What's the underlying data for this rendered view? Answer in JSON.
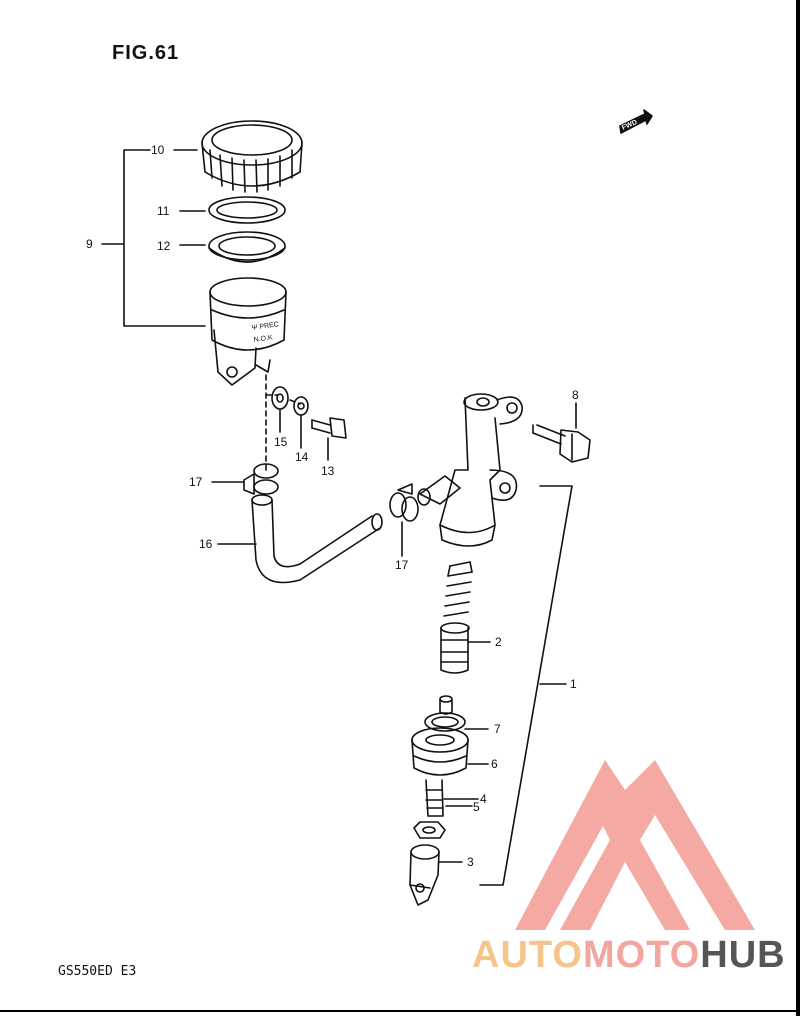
{
  "figure": {
    "title": "FIG.61",
    "model_code": "GS550ED  E3"
  },
  "direction_marker": {
    "label": "FWD"
  },
  "callouts": [
    {
      "id": "c10",
      "text": "10"
    },
    {
      "id": "c11",
      "text": "11"
    },
    {
      "id": "c9",
      "text": "9"
    },
    {
      "id": "c12",
      "text": "12"
    },
    {
      "id": "c15",
      "text": "15"
    },
    {
      "id": "c14",
      "text": "14"
    },
    {
      "id": "c13",
      "text": "13"
    },
    {
      "id": "c8",
      "text": "8"
    },
    {
      "id": "c17a",
      "text": "17"
    },
    {
      "id": "c16",
      "text": "16"
    },
    {
      "id": "c17b",
      "text": "17"
    },
    {
      "id": "c2",
      "text": "2"
    },
    {
      "id": "c1",
      "text": "1"
    },
    {
      "id": "c7",
      "text": "7"
    },
    {
      "id": "c6",
      "text": "6"
    },
    {
      "id": "c4",
      "text": "4"
    },
    {
      "id": "c5",
      "text": "5"
    },
    {
      "id": "c3",
      "text": "3"
    }
  ],
  "reservoir_marking": [
    "Ψ PREC",
    "N.O.K"
  ],
  "watermark": {
    "part1": "AUTO",
    "part2": "MOTO",
    "part3": "HUB"
  },
  "colors": {
    "ink": "#111111",
    "watermark_red": "#f29a93",
    "watermark_orange": "#f6c48a",
    "watermark_gray": "#555555"
  }
}
